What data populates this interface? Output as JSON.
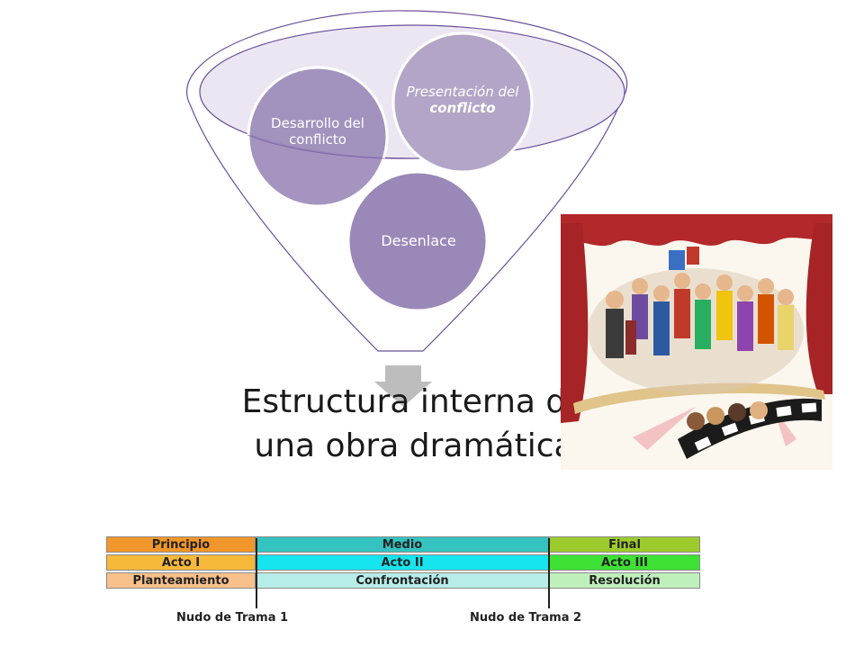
{
  "diagram": {
    "circles": {
      "desarrollo": "Desarrollo del conflicto",
      "presentacion_prefix": "Presentación del ",
      "presentacion_emph": "conflicto",
      "desenlace": "Desenlace"
    },
    "title": "Estructura interna de una obra dramática"
  },
  "plot_table": {
    "rows": [
      [
        "Principio",
        "Medio",
        "Final"
      ],
      [
        "Acto I",
        "Acto II",
        "Acto III"
      ],
      [
        "Planteamiento",
        "Confrontación",
        "Resolución"
      ]
    ],
    "plot_points": [
      "Nudo de Trama 1",
      "Nudo de Trama 2"
    ]
  },
  "colors": {
    "circle_fill": "#9a88b8",
    "funnel_stroke": "#6b4f9a",
    "arrow": "#bdbdbd"
  },
  "illustration": {
    "subject": "theater-stage-cartoon"
  }
}
